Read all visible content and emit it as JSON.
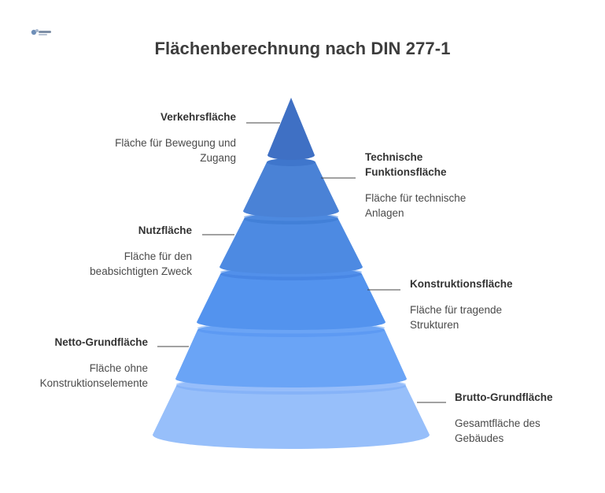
{
  "title": "Flächenberechnung nach DIN 277-1",
  "logo": {
    "name": "napkin-logo"
  },
  "colors": {
    "tier1": "#3f70c4",
    "tier2": "#4a82d6",
    "tier3": "#4d8ae2",
    "tier4": "#5393ee",
    "tier5": "#6aa4f6",
    "tier6": "#97bffa",
    "connector": "#444444"
  },
  "tiers": [
    {
      "name": "Verkehrsfläche",
      "description": "Fläche für Bewegung und Zugang"
    },
    {
      "name": "Technische Funktionsfläche",
      "description": "Fläche für technische Anlagen"
    },
    {
      "name": "Nutzfläche",
      "description": "Fläche für den beabsichtigten Zweck"
    },
    {
      "name": "Konstruktionsfläche",
      "description": "Fläche für tragende Strukturen"
    },
    {
      "name": "Netto-Grundfläche",
      "description": "Fläche ohne Konstruktionselemente"
    },
    {
      "name": "Brutto-Grundfläche",
      "description": "Gesamtfläche des Gebäudes"
    }
  ]
}
